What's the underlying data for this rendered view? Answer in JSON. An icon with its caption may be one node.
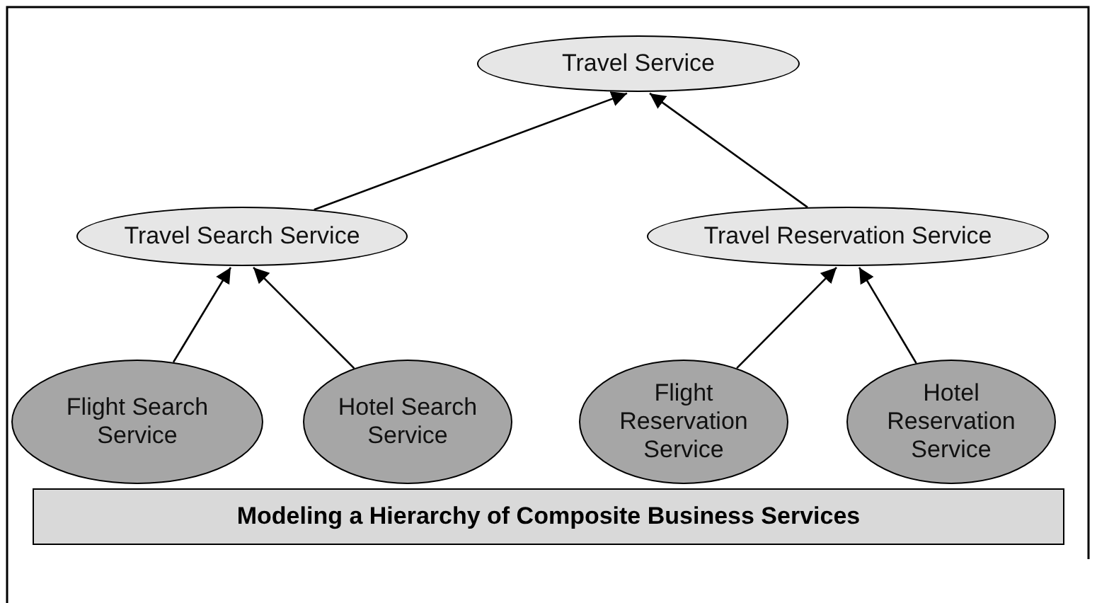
{
  "diagram": {
    "title": "Modeling a Hierarchy of Composite Business Services",
    "nodes": [
      {
        "text": [
          "Travel Service"
        ]
      },
      {
        "text": [
          "Travel Search Service"
        ]
      },
      {
        "text": [
          "Travel Reservation Service"
        ]
      },
      {
        "text": [
          "Flight Search Service"
        ]
      },
      {
        "text": [
          "Hotel Search Service"
        ]
      },
      {
        "text": [
          "Flight Reservation Service"
        ]
      },
      {
        "text": [
          "Hotel Reservation Service"
        ]
      }
    ],
    "edges": [
      {
        "from": 1,
        "to": 0,
        "arrow": "to"
      },
      {
        "from": 2,
        "to": 0,
        "arrow": "to"
      },
      {
        "from": 3,
        "to": 1,
        "arrow": "to"
      },
      {
        "from": 4,
        "to": 1,
        "arrow": "to"
      },
      {
        "from": 5,
        "to": 2,
        "arrow": "to"
      },
      {
        "from": 6,
        "to": 2,
        "arrow": "to"
      }
    ]
  }
}
